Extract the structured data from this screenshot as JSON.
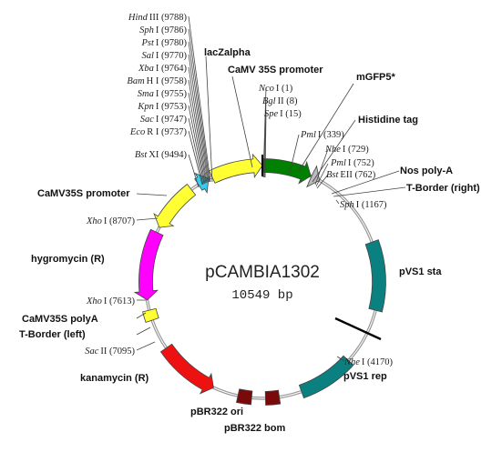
{
  "plasmid": {
    "name": "pCAMBIA1302",
    "size_label": "10549 bp",
    "total_bp": 10549
  },
  "colors": {
    "backbone": "#999999",
    "yellow": "#ffff33",
    "green": "#008000",
    "magenta": "#ff00ff",
    "teal": "#0a8080",
    "red": "#ee1111",
    "dark_red": "#7a0a0a",
    "cyan": "#33ccee",
    "gray": "#bbbbbb"
  },
  "features": [
    {
      "id": "lacz",
      "label": "lacZalpha",
      "color": "#33ccee",
      "start": 9575,
      "end": 9745,
      "dir": 1
    },
    {
      "id": "camv35s-promoter-1",
      "label": "CaMV 35S promoter",
      "color": "#ffff33",
      "start": 9800,
      "end": 10549,
      "dir": 1
    },
    {
      "id": "mgfp5",
      "label": "mGFP5*",
      "color": "#008000",
      "start": 0,
      "end": 720,
      "dir": 1
    },
    {
      "id": "his-tag",
      "label": "Histidine tag",
      "color": "#bbbbbb",
      "start": 730,
      "end": 860,
      "dir": 1
    },
    {
      "id": "pvs1-sta",
      "label": "pVS1 sta",
      "color": "#0a8080",
      "start": 2050,
      "end": 3050,
      "dir": 0
    },
    {
      "id": "pvs1-rep",
      "label": "pVS1 rep",
      "color": "#0a8080",
      "start": 3880,
      "end": 4700,
      "dir": 0
    },
    {
      "id": "pbr322-bom",
      "label": "pBR322 bom",
      "color": "#7a0a0a",
      "start": 5030,
      "end": 5230,
      "dir": 0
    },
    {
      "id": "pbr322-ori",
      "label": "pBR322 ori",
      "color": "#7a0a0a",
      "start": 5430,
      "end": 5630,
      "dir": 0
    },
    {
      "id": "kanamycin",
      "label": "kanamycin (R)",
      "color": "#ee1111",
      "start": 6000,
      "end": 6900,
      "dir": -1
    },
    {
      "id": "camv35s-polya",
      "label": "CaMV35S polyA",
      "color": "#ffff33",
      "start": 7350,
      "end": 7500,
      "dir": 0
    },
    {
      "id": "hygromycin",
      "label": "hygromycin (R)",
      "color": "#ff00ff",
      "start": 7650,
      "end": 8650,
      "dir": -1
    },
    {
      "id": "camv35s-promoter-2",
      "label": "CaMV35S promoter",
      "color": "#ffff33",
      "start": 8730,
      "end": 9450,
      "dir": -1
    }
  ],
  "boundary_labels": [
    {
      "id": "nos-polya",
      "label": "Nos poly-A"
    },
    {
      "id": "t-border-right",
      "label": "T-Border (right)"
    },
    {
      "id": "t-border-left",
      "label": "T-Border (left)"
    }
  ],
  "sites": [
    {
      "id": "hindiii",
      "enzyme": "Hind",
      "roman": "III",
      "pos": "9788"
    },
    {
      "id": "sphi-1",
      "enzyme": "Sph",
      "roman": "I",
      "pos": "9786"
    },
    {
      "id": "psti",
      "enzyme": "Pst",
      "roman": "I",
      "pos": "9780"
    },
    {
      "id": "sali",
      "enzyme": "Sal",
      "roman": "I",
      "pos": "9770"
    },
    {
      "id": "xbai",
      "enzyme": "Xba",
      "roman": "I",
      "pos": "9764"
    },
    {
      "id": "bamhi",
      "enzyme": "Bam",
      "roman": "H I",
      "pos": "9758"
    },
    {
      "id": "smai",
      "enzyme": "Sma",
      "roman": "I",
      "pos": "9755"
    },
    {
      "id": "kpni",
      "enzyme": "Kpn",
      "roman": "I",
      "pos": "9753"
    },
    {
      "id": "saci",
      "enzyme": "Sac",
      "roman": "I",
      "pos": "9747"
    },
    {
      "id": "ecori",
      "enzyme": "Eco",
      "roman": "R I",
      "pos": "9737"
    },
    {
      "id": "bstxi",
      "enzyme": "Bst",
      "roman": "XI",
      "pos": "9494"
    },
    {
      "id": "xhoi-1",
      "enzyme": "Xho",
      "roman": "I",
      "pos": "8707"
    },
    {
      "id": "xhoi-2",
      "enzyme": "Xho",
      "roman": "I",
      "pos": "7613"
    },
    {
      "id": "sacii",
      "enzyme": "Sac",
      "roman": "II",
      "pos": "7095"
    },
    {
      "id": "ncoi",
      "enzyme": "Nco",
      "roman": "I",
      "pos": "1"
    },
    {
      "id": "bglii",
      "enzyme": "Bgl",
      "roman": "II",
      "pos": "8"
    },
    {
      "id": "spei",
      "enzyme": "Spe",
      "roman": "I",
      "pos": "15"
    },
    {
      "id": "pmli-1",
      "enzyme": "Pml",
      "roman": "I",
      "pos": "339"
    },
    {
      "id": "nhei-1",
      "enzyme": "Nhe",
      "roman": "I",
      "pos": "729"
    },
    {
      "id": "pmli-2",
      "enzyme": "Pml",
      "roman": "I",
      "pos": "752"
    },
    {
      "id": "bsteii",
      "enzyme": "Bst",
      "roman": "EII",
      "pos": "762"
    },
    {
      "id": "sphi-2",
      "enzyme": "Sph",
      "roman": "I",
      "pos": "1167"
    },
    {
      "id": "nhei-2",
      "enzyme": "Nhe",
      "roman": "I",
      "pos": "4170"
    }
  ]
}
